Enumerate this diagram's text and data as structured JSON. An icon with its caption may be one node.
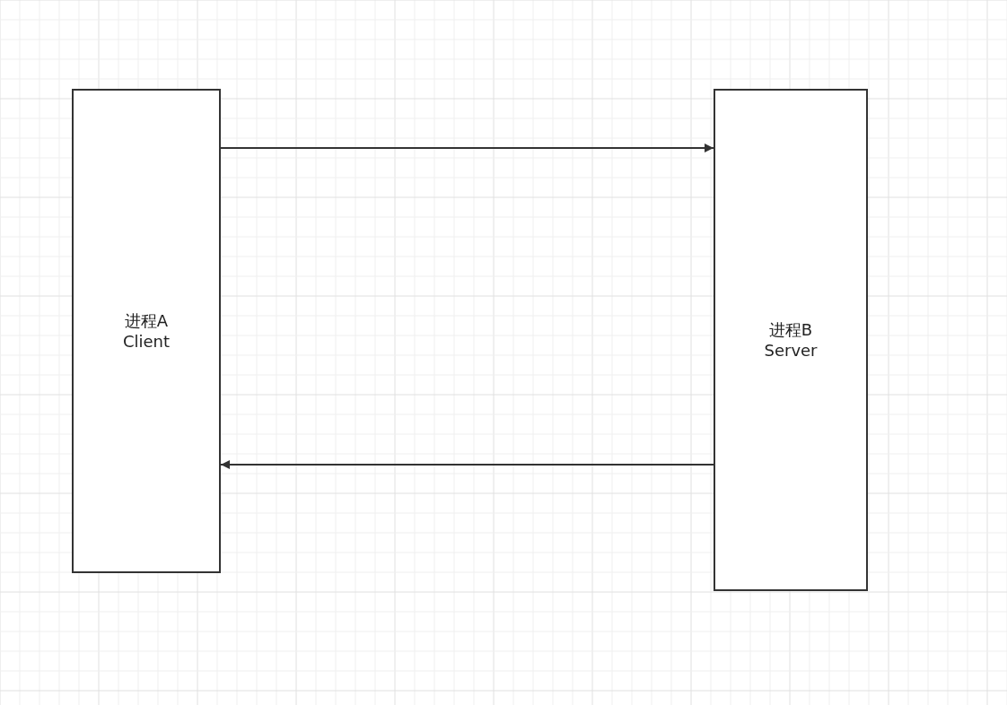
{
  "diagram": {
    "nodes": [
      {
        "text": [
          "进程A",
          "Client"
        ]
      },
      {
        "text": [
          "进程B",
          "Server"
        ]
      }
    ],
    "edges": [
      {
        "from": 0,
        "to": 1,
        "arrow": "to"
      },
      {
        "from": 1,
        "to": 0,
        "arrow": "to"
      }
    ]
  }
}
